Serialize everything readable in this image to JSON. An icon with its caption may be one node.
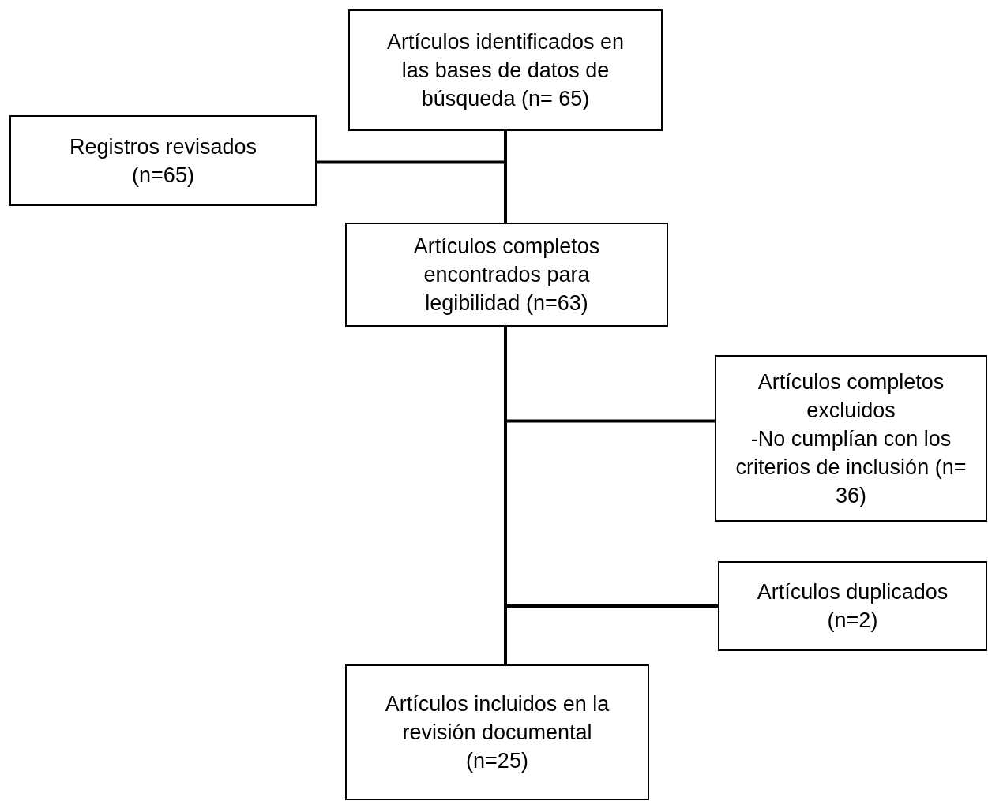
{
  "diagram": {
    "nodes": [
      {
        "text": [
          "Artículos identificados en las bases de datos de búsqueda (n= 65)"
        ]
      },
      {
        "text": [
          "Registros revisados (n=65)"
        ]
      },
      {
        "text": [
          "Artículos completos encontrados para legibilidad (n=63)"
        ]
      },
      {
        "text": [
          "Artículos completos excluidos",
          "-No cumplían con los criterios de inclusión (n= 36)"
        ]
      },
      {
        "text": [
          "Artículos duplicados (n=2)"
        ]
      },
      {
        "text": [
          "Artículos incluidos en la revisión documental (n=25)"
        ]
      }
    ],
    "edges": [
      {
        "from": 0,
        "to": 2,
        "arrow": "none"
      },
      {
        "from": 1,
        "to": 2,
        "arrow": "none"
      },
      {
        "from": 2,
        "to": 3,
        "arrow": "none"
      },
      {
        "from": 2,
        "to": 4,
        "arrow": "none"
      },
      {
        "from": 2,
        "to": 5,
        "arrow": "none"
      }
    ]
  }
}
